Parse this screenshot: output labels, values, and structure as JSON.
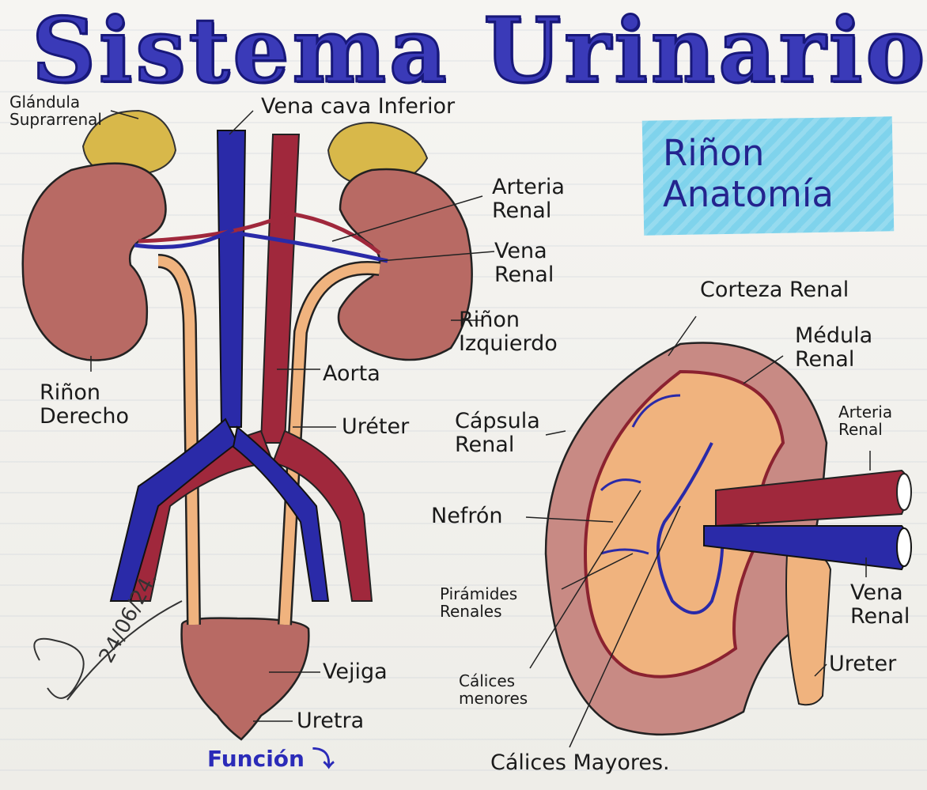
{
  "title": "Sistema Urinario",
  "box_title": "Riñon\nAnatomía",
  "function_label": "Función",
  "signature_date": "24/06/24.",
  "labels": {
    "glandula": "Glándula\nSuprarrenal",
    "vena_cava": "Vena cava Inferior",
    "arteria_renal_1": "Arteria\nRenal",
    "vena_renal_1": "Vena\nRenal",
    "rinon_izq": "Riñon\nIzquierdo",
    "aorta": "Aorta",
    "rinon_der": "Riñon\nDerecho",
    "ureter_1": "Uréter",
    "vejiga": "Vejiga",
    "uretra": "Uretra",
    "corteza": "Corteza Renal",
    "medula": "Médula\nRenal",
    "capsula": "Cápsula\nRenal",
    "arteria_renal_2": "Arteria\nRenal",
    "nefron": "Nefrón",
    "piramides": "Pirámides\nRenales",
    "vena_renal_2": "Vena\nRenal",
    "ureter_2": "Ureter",
    "calices_menores": "Cálices\nmenores",
    "calices_mayores": "Cálices Mayores."
  },
  "colors": {
    "vein_blue": "#2a2aa8",
    "artery_red": "#a0283c",
    "kidney": "#b86a64",
    "ureter": "#f0b37e",
    "adrenal": "#d8b84a",
    "highlight": "#7fd3ec"
  }
}
